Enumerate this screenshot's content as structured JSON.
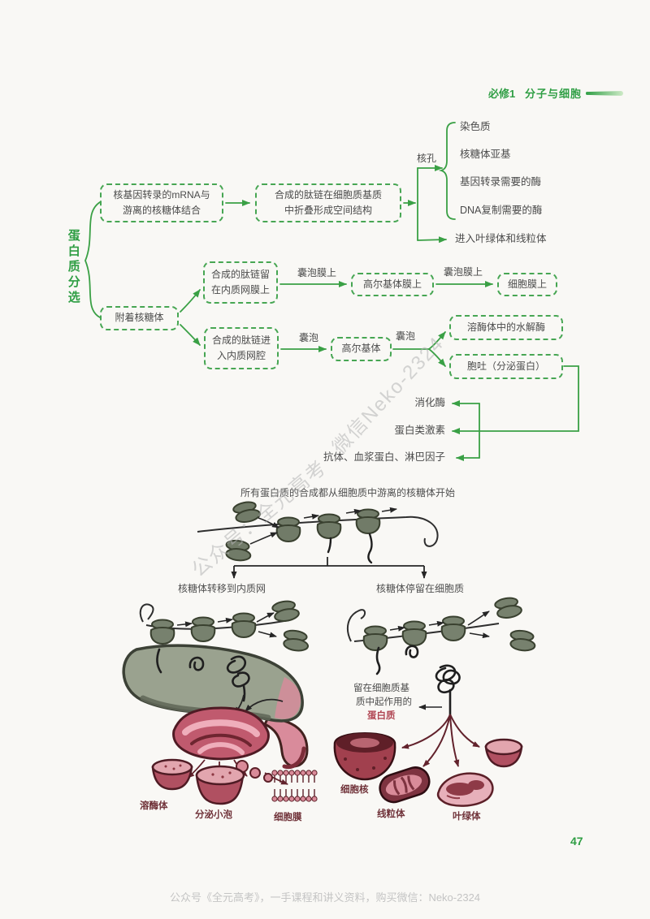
{
  "page": {
    "header_unit": "必修1",
    "header_title": "分子与细胞",
    "page_number": "47",
    "footer": "公众号《全元高考》，一手课程和讲义资料，购买微信：Neko-2324",
    "watermark_line1": "公众号：全元高考",
    "watermark_line2": "微信Neko-2324",
    "accent_green": "#2f9e44",
    "accent_maroon": "#6f3138"
  },
  "flowchart": {
    "root": "蛋白质分选",
    "box_mrna": "核基因转录的mRNA与游离的核糖体结合",
    "box_fold": "合成的肽链在细胞质基质中折叠形成空间结构",
    "label_nuclear_pore": "核孔",
    "pore_targets": [
      "染色质",
      "核糖体亚基",
      "基因转录需要的酶",
      "DNA复制需要的酶"
    ],
    "label_organelle_import": "进入叶绿体和线粒体",
    "box_stay_er_membrane": "合成的肽链留在内质网膜上",
    "label_vesicle_membrane_1": "囊泡膜上",
    "box_golgi_membrane": "高尔基体膜上",
    "label_vesicle_membrane_2": "囊泡膜上",
    "box_cell_membrane": "细胞膜上",
    "box_attached_ribosome": "附着核糖体",
    "box_enter_er_lumen": "合成的肽链进入内质网腔",
    "label_vesicle_1": "囊泡",
    "box_golgi": "高尔基体",
    "label_vesicle_2": "囊泡",
    "box_lysosome_enzyme": "溶酶体中的水解酶",
    "box_exocytosis": "胞吐（分泌蛋白）",
    "secreted": [
      "消化酶",
      "蛋白类激素",
      "抗体、血浆蛋白、淋巴因子"
    ]
  },
  "illustration": {
    "caption": "所有蛋白质的合成都从细胞质中游离的核糖体开始",
    "left_title": "核糖体转移到内质网",
    "right_title": "核糖体停留在细胞质",
    "left_labels": {
      "lysosome": "溶酶体",
      "secretory_vesicle": "分泌小泡",
      "cell_membrane": "细胞膜"
    },
    "right_note_line1": "留在细胞质基",
    "right_note_line2": "质中起作用的",
    "right_note_line3": "蛋白质",
    "right_labels": {
      "nucleus": "细胞核",
      "mitochondrion": "线粒体",
      "chloroplast": "叶绿体"
    }
  }
}
